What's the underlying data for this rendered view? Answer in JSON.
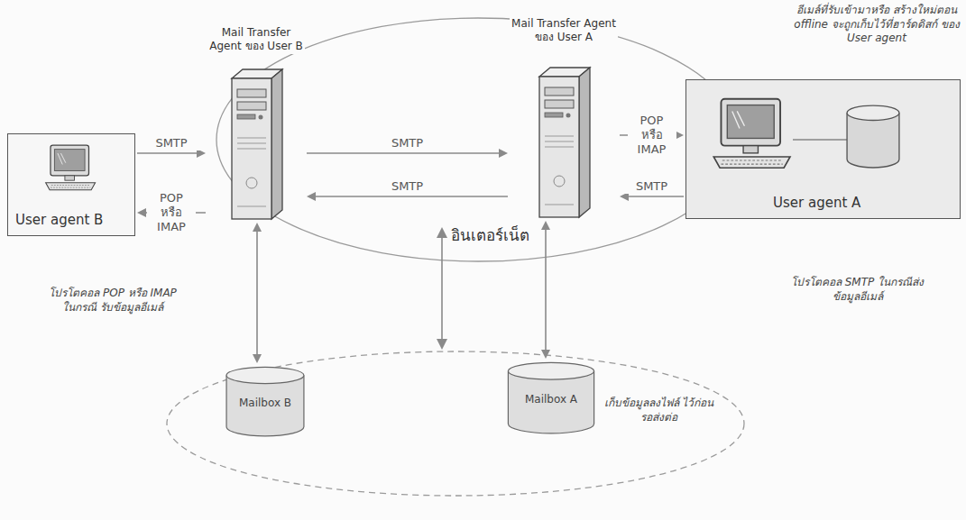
{
  "diagram": {
    "nodes": [
      {
        "text": [
          "User agent B"
        ]
      },
      {
        "text": [
          "Mail Transfer Agent ของ User B"
        ]
      },
      {
        "text": [
          "Mail Transfer Agent ของ User A"
        ]
      },
      {
        "text": [
          "User agent A"
        ]
      },
      {
        "text": [
          "Mailbox B"
        ]
      },
      {
        "text": [
          "Mailbox A"
        ]
      }
    ],
    "edges": [
      {
        "from": 0,
        "to": 1,
        "label": "SMTP",
        "arrow": "to"
      },
      {
        "from": 1,
        "to": 0,
        "label": "POP หรือ IMAP",
        "arrow": "to"
      },
      {
        "from": 1,
        "to": 2,
        "label": "SMTP",
        "arrow": "to"
      },
      {
        "from": 2,
        "to": 1,
        "label": "SMTP",
        "arrow": "to"
      },
      {
        "from": 2,
        "to": 3,
        "label": "POP หรือ IMAP",
        "arrow": "to"
      },
      {
        "from": 3,
        "to": 2,
        "label": "SMTP",
        "arrow": "to"
      },
      {
        "from": 1,
        "to": 4,
        "arrow": "both"
      },
      {
        "from": 2,
        "to": 5,
        "arrow": "both"
      }
    ],
    "labels": [
      "อีเมล์ที่รับเข้ามาหรือ สร้างใหม่ตอน offline จะถูกเก็บไว้ที่ฮาร์ดดิสก์ ของ User agent",
      "อินเตอร์เน็ต",
      "โปรโตคอล POP หรือ IMAP ในกรณี รับข้อมูลอีเมล์",
      "โปรโตคอล SMTP ในกรณีส่งข้อมูลอีเมล์",
      "เก็บข้อมูลลงไฟล์ ไว้ก่อน รอส่งต่อ"
    ]
  }
}
